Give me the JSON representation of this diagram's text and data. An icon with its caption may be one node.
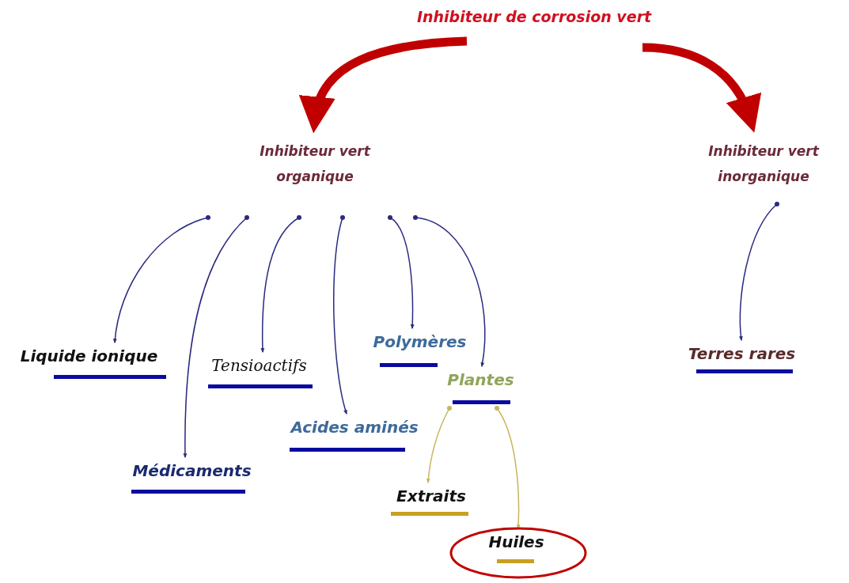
{
  "diagram": {
    "nodes": [
      {
        "text": [
          "Inhibiteur de corrosion vert"
        ]
      },
      {
        "text": [
          "Inhibiteur vert organique"
        ]
      },
      {
        "text": [
          "Inhibiteur vert inorganique"
        ]
      },
      {
        "text": [
          "Liquide ionique"
        ]
      },
      {
        "text": [
          "Médicaments"
        ]
      },
      {
        "text": [
          "Tensioactifs"
        ]
      },
      {
        "text": [
          "Acides aminés"
        ]
      },
      {
        "text": [
          "Polymères"
        ]
      },
      {
        "text": [
          "Plantes"
        ]
      },
      {
        "text": [
          "Extraits"
        ]
      },
      {
        "text": [
          "Huiles"
        ]
      },
      {
        "text": [
          "Terres rares"
        ]
      }
    ],
    "edges": [
      {
        "from": 0,
        "to": 1,
        "arrow": "to",
        "style": "thick",
        "color": "#c00000"
      },
      {
        "from": 0,
        "to": 2,
        "arrow": "to",
        "style": "thick",
        "color": "#c00000"
      },
      {
        "from": 1,
        "to": 3,
        "arrow": "to"
      },
      {
        "from": 1,
        "to": 4,
        "arrow": "to"
      },
      {
        "from": 1,
        "to": 5,
        "arrow": "to"
      },
      {
        "from": 1,
        "to": 6,
        "arrow": "to"
      },
      {
        "from": 1,
        "to": 7,
        "arrow": "to"
      },
      {
        "from": 1,
        "to": 8,
        "arrow": "to"
      },
      {
        "from": 2,
        "to": 11,
        "arrow": "to"
      },
      {
        "from": 8,
        "to": 9,
        "arrow": "to",
        "color": "#c8b560"
      },
      {
        "from": 8,
        "to": 10,
        "arrow": "to",
        "color": "#c8b560"
      }
    ]
  }
}
